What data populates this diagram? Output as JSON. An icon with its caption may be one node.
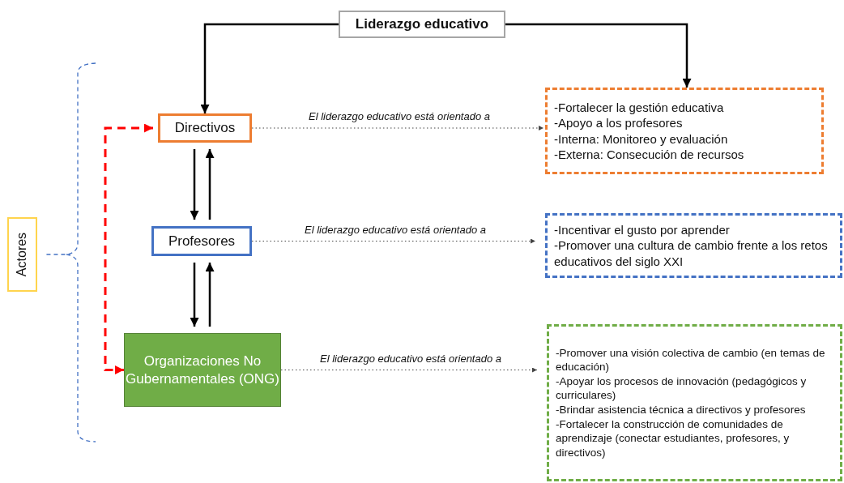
{
  "diagram": {
    "nodes": [
      {
        "text": [
          "Liderazgo educativo"
        ]
      },
      {
        "text": [
          "Actores"
        ]
      },
      {
        "text": [
          "Directivos"
        ]
      },
      {
        "text": [
          "-Fortalecer la gestión educativa",
          "-Apoyo a los profesores",
          "-Interna: Monitoreo y evaluación",
          "-Externa: Consecución de recursos"
        ]
      },
      {
        "text": [
          "Profesores"
        ]
      },
      {
        "text": [
          "-Incentivar el gusto por aprender",
          "-Promover una cultura de cambio frente a los retos educativos del siglo XXI"
        ]
      },
      {
        "text": [
          "Organizaciones No Gubernamentales (ONG)"
        ]
      },
      {
        "text": [
          "-Promover una visión colectiva de cambio (en temas de educación)",
          "-Apoyar los procesos de innovación (pedagógicos y curriculares)",
          "-Brindar asistencia técnica a directivos y profesores",
          "-Fortalecer la construcción de comunidades de aprendizaje (conectar estudiantes, profesores, y directivos)"
        ]
      }
    ],
    "edges": [
      {
        "from": 0,
        "to": 2,
        "arrow": "to"
      },
      {
        "from": 0,
        "to": 3,
        "arrow": "to"
      },
      {
        "from": 2,
        "to": 3,
        "arrow": "to",
        "label": "El liderazgo educativo está orientado a",
        "style": "dashed"
      },
      {
        "from": 2,
        "to": 4,
        "arrow": "to"
      },
      {
        "from": 4,
        "to": 2,
        "arrow": "to"
      },
      {
        "from": 4,
        "to": 5,
        "arrow": "to",
        "label": "El liderazgo educativo está orientado a",
        "style": "dashed"
      },
      {
        "from": 4,
        "to": 6,
        "arrow": "to"
      },
      {
        "from": 6,
        "to": 4,
        "arrow": "to"
      },
      {
        "from": 6,
        "to": 7,
        "arrow": "to",
        "label": "El liderazgo educativo está orientado a",
        "style": "dashed"
      },
      {
        "from": 2,
        "to": 6,
        "arrow": "both",
        "style": "dashed",
        "color": "#ff0000"
      }
    ]
  }
}
